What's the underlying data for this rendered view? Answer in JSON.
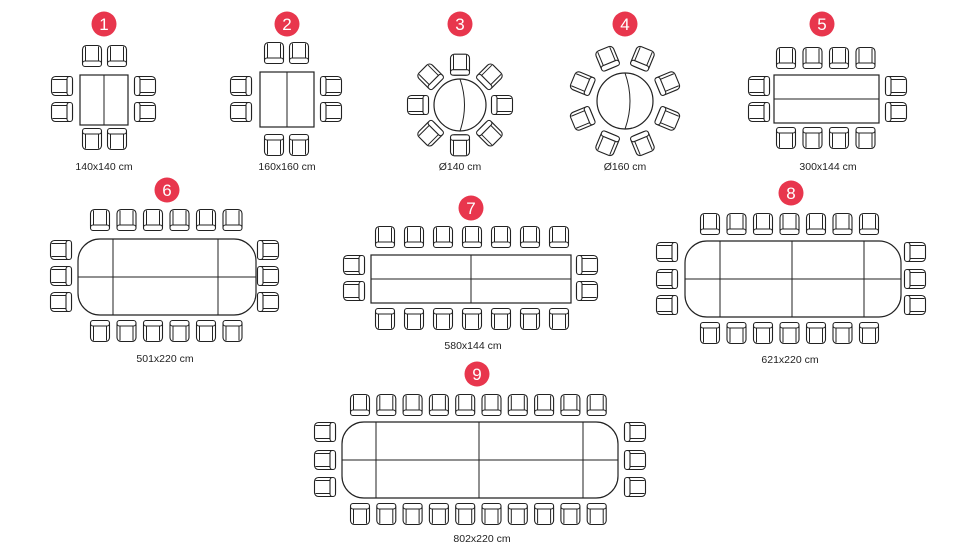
{
  "layouts": [
    {
      "number": "1",
      "label": "140x140 cm"
    },
    {
      "number": "2",
      "label": "160x160 cm"
    },
    {
      "number": "3",
      "label": "Ø140 cm"
    },
    {
      "number": "4",
      "label": "Ø160 cm"
    },
    {
      "number": "5",
      "label": "300x144 cm"
    },
    {
      "number": "6",
      "label": "501x220 cm"
    },
    {
      "number": "7",
      "label": "580x144 cm"
    },
    {
      "number": "8",
      "label": "621x220 cm"
    },
    {
      "number": "9",
      "label": "802x220 cm"
    }
  ],
  "colors": {
    "badge": "#e8364d",
    "badge_text": "#ffffff",
    "line": "#222222",
    "label": "#222222"
  },
  "icons": {
    "chair": "chair-icon",
    "table": "table-icon"
  }
}
